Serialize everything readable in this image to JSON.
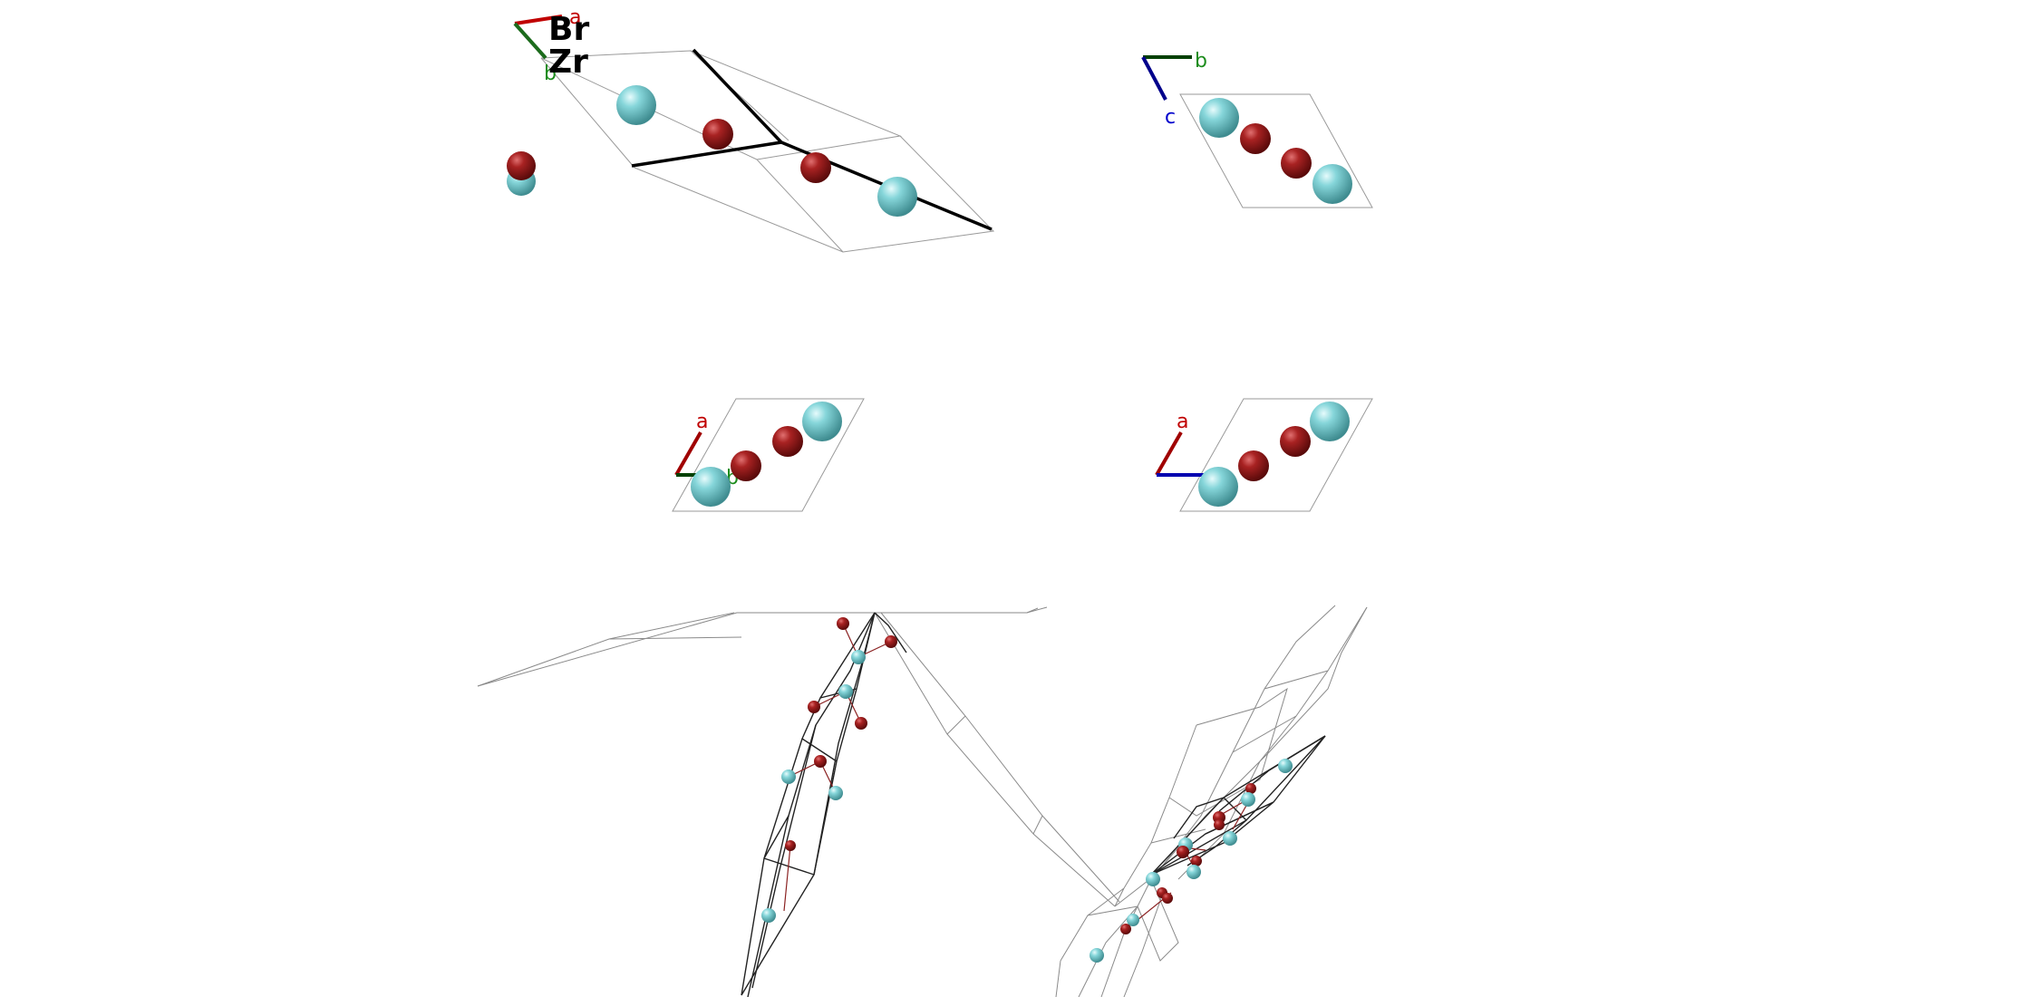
{
  "legend": {
    "br_label": "Br",
    "zr_label": "Zr"
  },
  "elements": {
    "Br": {
      "color": "#9a1c1c"
    },
    "Zr": {
      "color": "#7fd3d7"
    }
  },
  "axis_colors": {
    "a": "#c00000",
    "b": "#1c6b1c",
    "c": "#00008b"
  },
  "panels": {
    "perspective": {
      "axis_a": "a",
      "axis_b": "b"
    },
    "view_a": {
      "axis_b": "b",
      "axis_c": "c"
    },
    "view_c": {
      "axis_a": "a",
      "axis_b": "b"
    },
    "view_b": {
      "axis_a": "a"
    },
    "supercell_1": {},
    "supercell_2": {}
  }
}
